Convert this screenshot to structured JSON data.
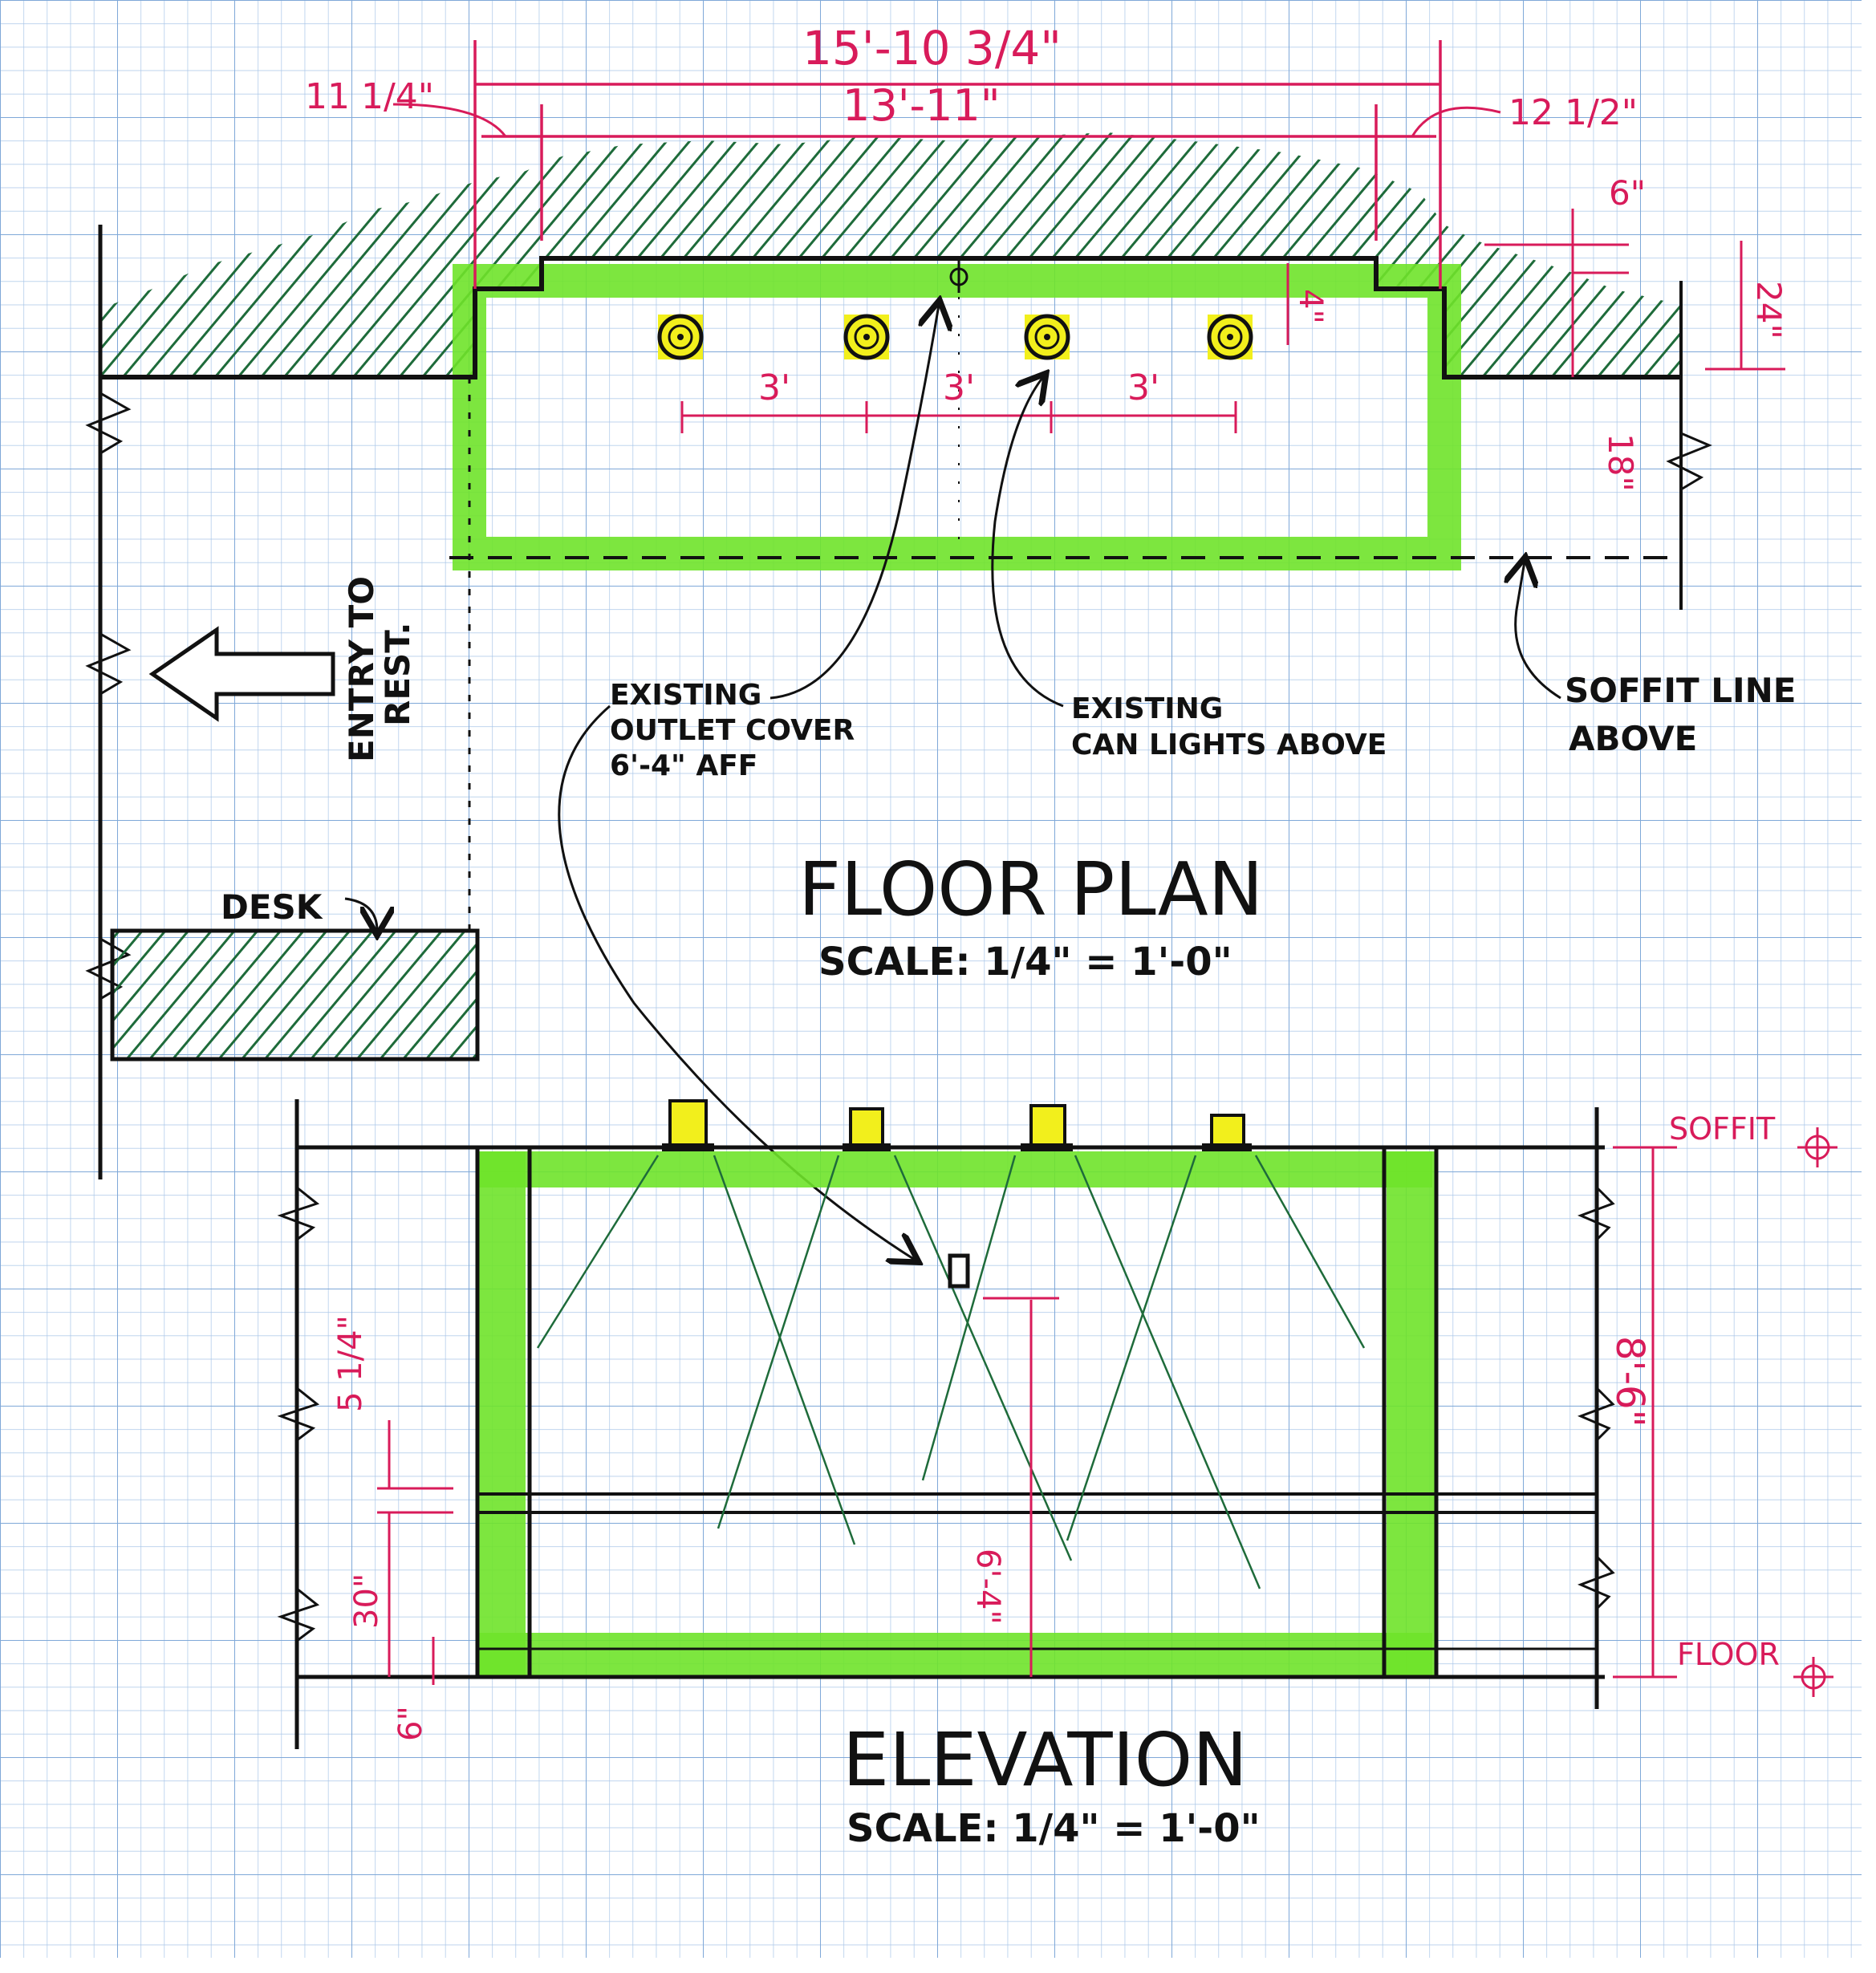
{
  "colors": {
    "grid_minor": "#a9c6e8",
    "grid_major": "#7fa8d8",
    "ink": "#111111",
    "dimension": "#d81b5a",
    "hatch": "#1e6b3a",
    "highlight_green": "#6fe32a",
    "highlight_yellow": "#f2ef1c"
  },
  "floor_plan": {
    "title": "FLOOR PLAN",
    "scale": "SCALE: 1/4\" = 1'-0\"",
    "dims": {
      "overall": "15'-10 3/4\"",
      "inner": "13'-11\"",
      "left_offset": "11 1/4\"",
      "right_offset": "12 1/2\"",
      "light_spacing_1": "3'",
      "light_spacing_2": "3'",
      "light_spacing_3": "3'",
      "outlet_offset": "4\"",
      "soffit_step": "6\"",
      "soffit_depth": "24\"",
      "wall_depth": "18\""
    },
    "notes": {
      "outlet_line1": "EXISTING",
      "outlet_line2": "OUTLET COVER",
      "outlet_line3": "6'-4\" AFF",
      "lights_line1": "EXISTING",
      "lights_line2": "CAN LIGHTS ABOVE",
      "soffit_line1": "SOFFIT LINE",
      "soffit_line2": "ABOVE",
      "entry_line1": "ENTRY TO",
      "entry_line2": "REST.",
      "desk": "DESK"
    },
    "icons": {
      "outlet": "outlet-symbol-icon",
      "can_light": "can-light-icon",
      "arrow": "entry-arrow-icon"
    }
  },
  "elevation": {
    "title": "ELEVATION",
    "scale": "SCALE: 1/4\" = 1'-0\"",
    "dims": {
      "height": "8'-6\"",
      "outlet_height": "6'-4\"",
      "rail_gap": "5 1/4\"",
      "wainscot": "30\"",
      "base": "6\""
    },
    "labels": {
      "soffit": "SOFFIT",
      "floor": "FLOOR"
    }
  }
}
